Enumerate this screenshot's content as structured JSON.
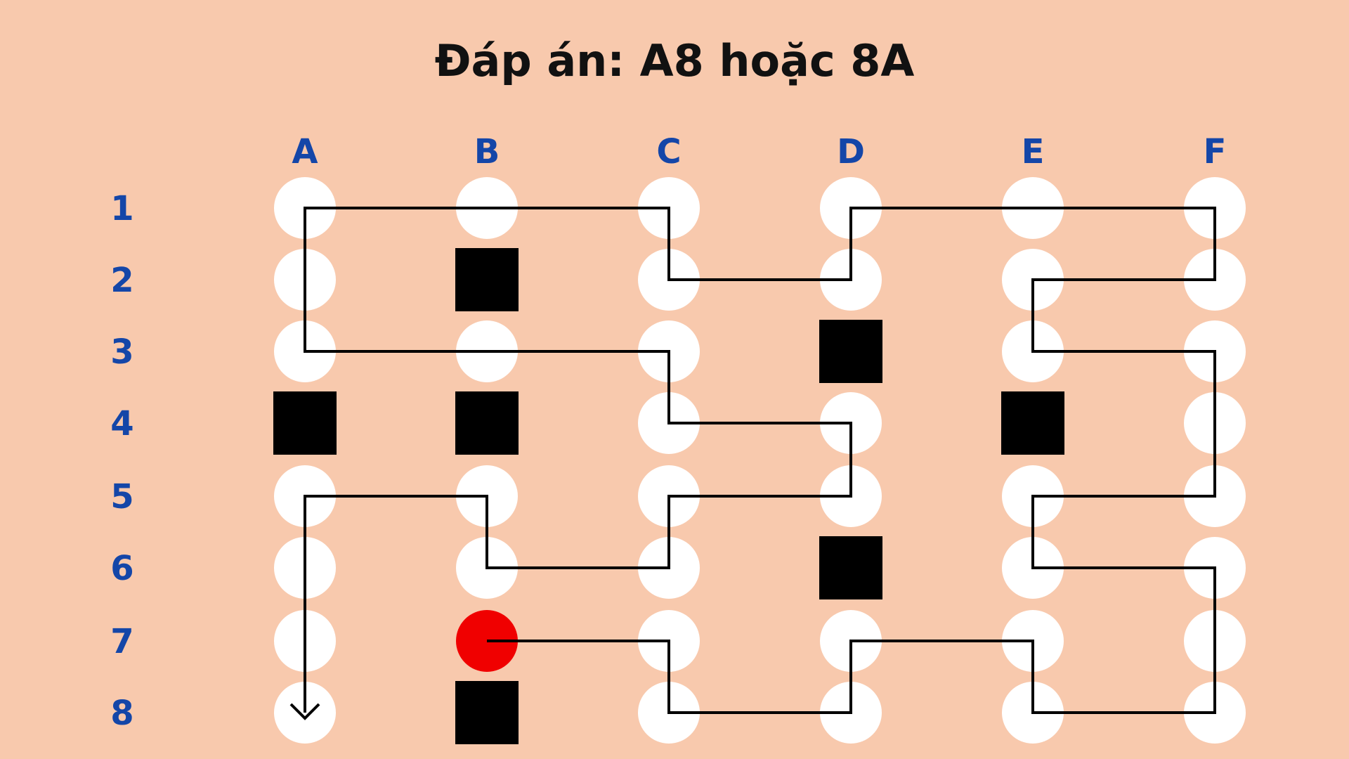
{
  "title": "Đáp án: A8 hoặc 8A",
  "columns": [
    "A",
    "B",
    "C",
    "D",
    "E",
    "F"
  ],
  "rows": [
    "1",
    "2",
    "3",
    "4",
    "5",
    "6",
    "7",
    "8"
  ],
  "colors": {
    "background": "#f8c9ad",
    "label": "#1446a8",
    "circle": "#ffffff",
    "block": "#000000",
    "start": "#f00000",
    "path": "#000000"
  },
  "blocked_cells": [
    "B2",
    "D3",
    "A4",
    "B4",
    "E4",
    "D6",
    "B8"
  ],
  "start_cell": "B7",
  "answer_cell": "A8",
  "path_cells": [
    "B7",
    "C7",
    "C8",
    "D8",
    "D7",
    "E7",
    "E8",
    "F8",
    "F6",
    "E6",
    "E5",
    "F5",
    "F3",
    "E3",
    "E2",
    "F2",
    "F1",
    "D1",
    "D2",
    "C2",
    "C1",
    "A1",
    "A3",
    "C3",
    "C4",
    "D4",
    "D5",
    "C5",
    "C6",
    "B6",
    "B5",
    "A5",
    "A8"
  ]
}
